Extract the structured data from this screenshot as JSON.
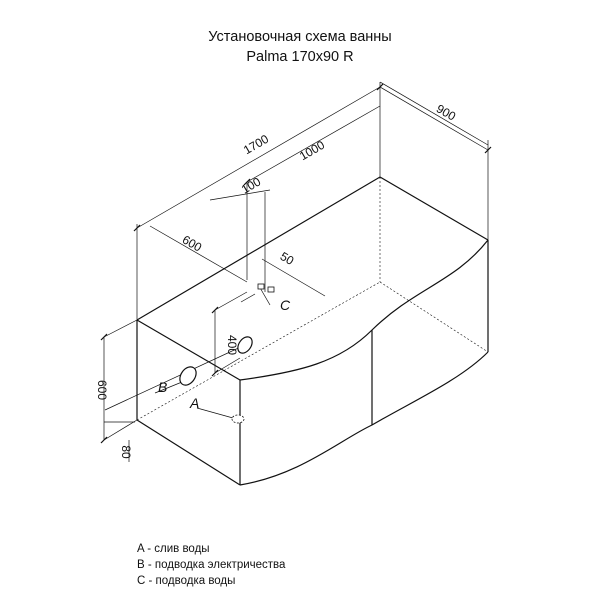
{
  "title": {
    "line1": "Установочная схема ванны",
    "line2": "Palma 170x90 R"
  },
  "dimensions": {
    "length": "1700",
    "depth": "900",
    "offset_1000": "1000",
    "offset_100": "100",
    "offset_600": "600",
    "offset_50": "50",
    "height_600": "600",
    "height_400": "400",
    "height_80": "80"
  },
  "markers": {
    "a": "A",
    "b": "B",
    "c": "C"
  },
  "legend": {
    "a": "A - слив воды",
    "b": "B - подводка электричества",
    "c": "C - подводка воды"
  }
}
